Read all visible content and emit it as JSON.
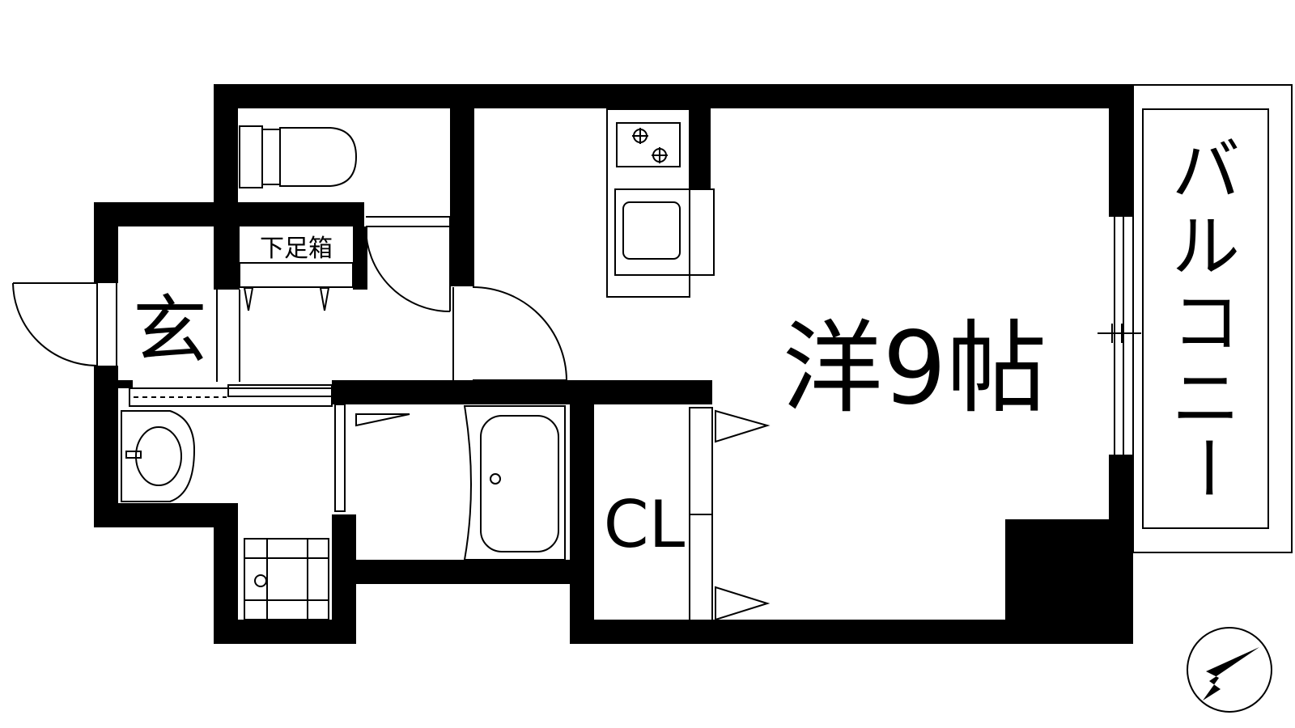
{
  "labels": {
    "entrance": "玄",
    "shoe_box": "下足箱",
    "western_room": "洋9帖",
    "closet": "CL",
    "balcony": "バルコニー"
  },
  "colors": {
    "wall": "#000000",
    "line": "#000000",
    "background": "#ffffff"
  },
  "icons": {
    "compass": "north-arrow-icon",
    "stove": "stove-icon",
    "sink": "kitchen-sink-icon",
    "toilet": "toilet-icon",
    "bathtub": "bathtub-icon",
    "washbasin": "washbasin-icon",
    "washer": "washing-machine-pan-icon"
  }
}
